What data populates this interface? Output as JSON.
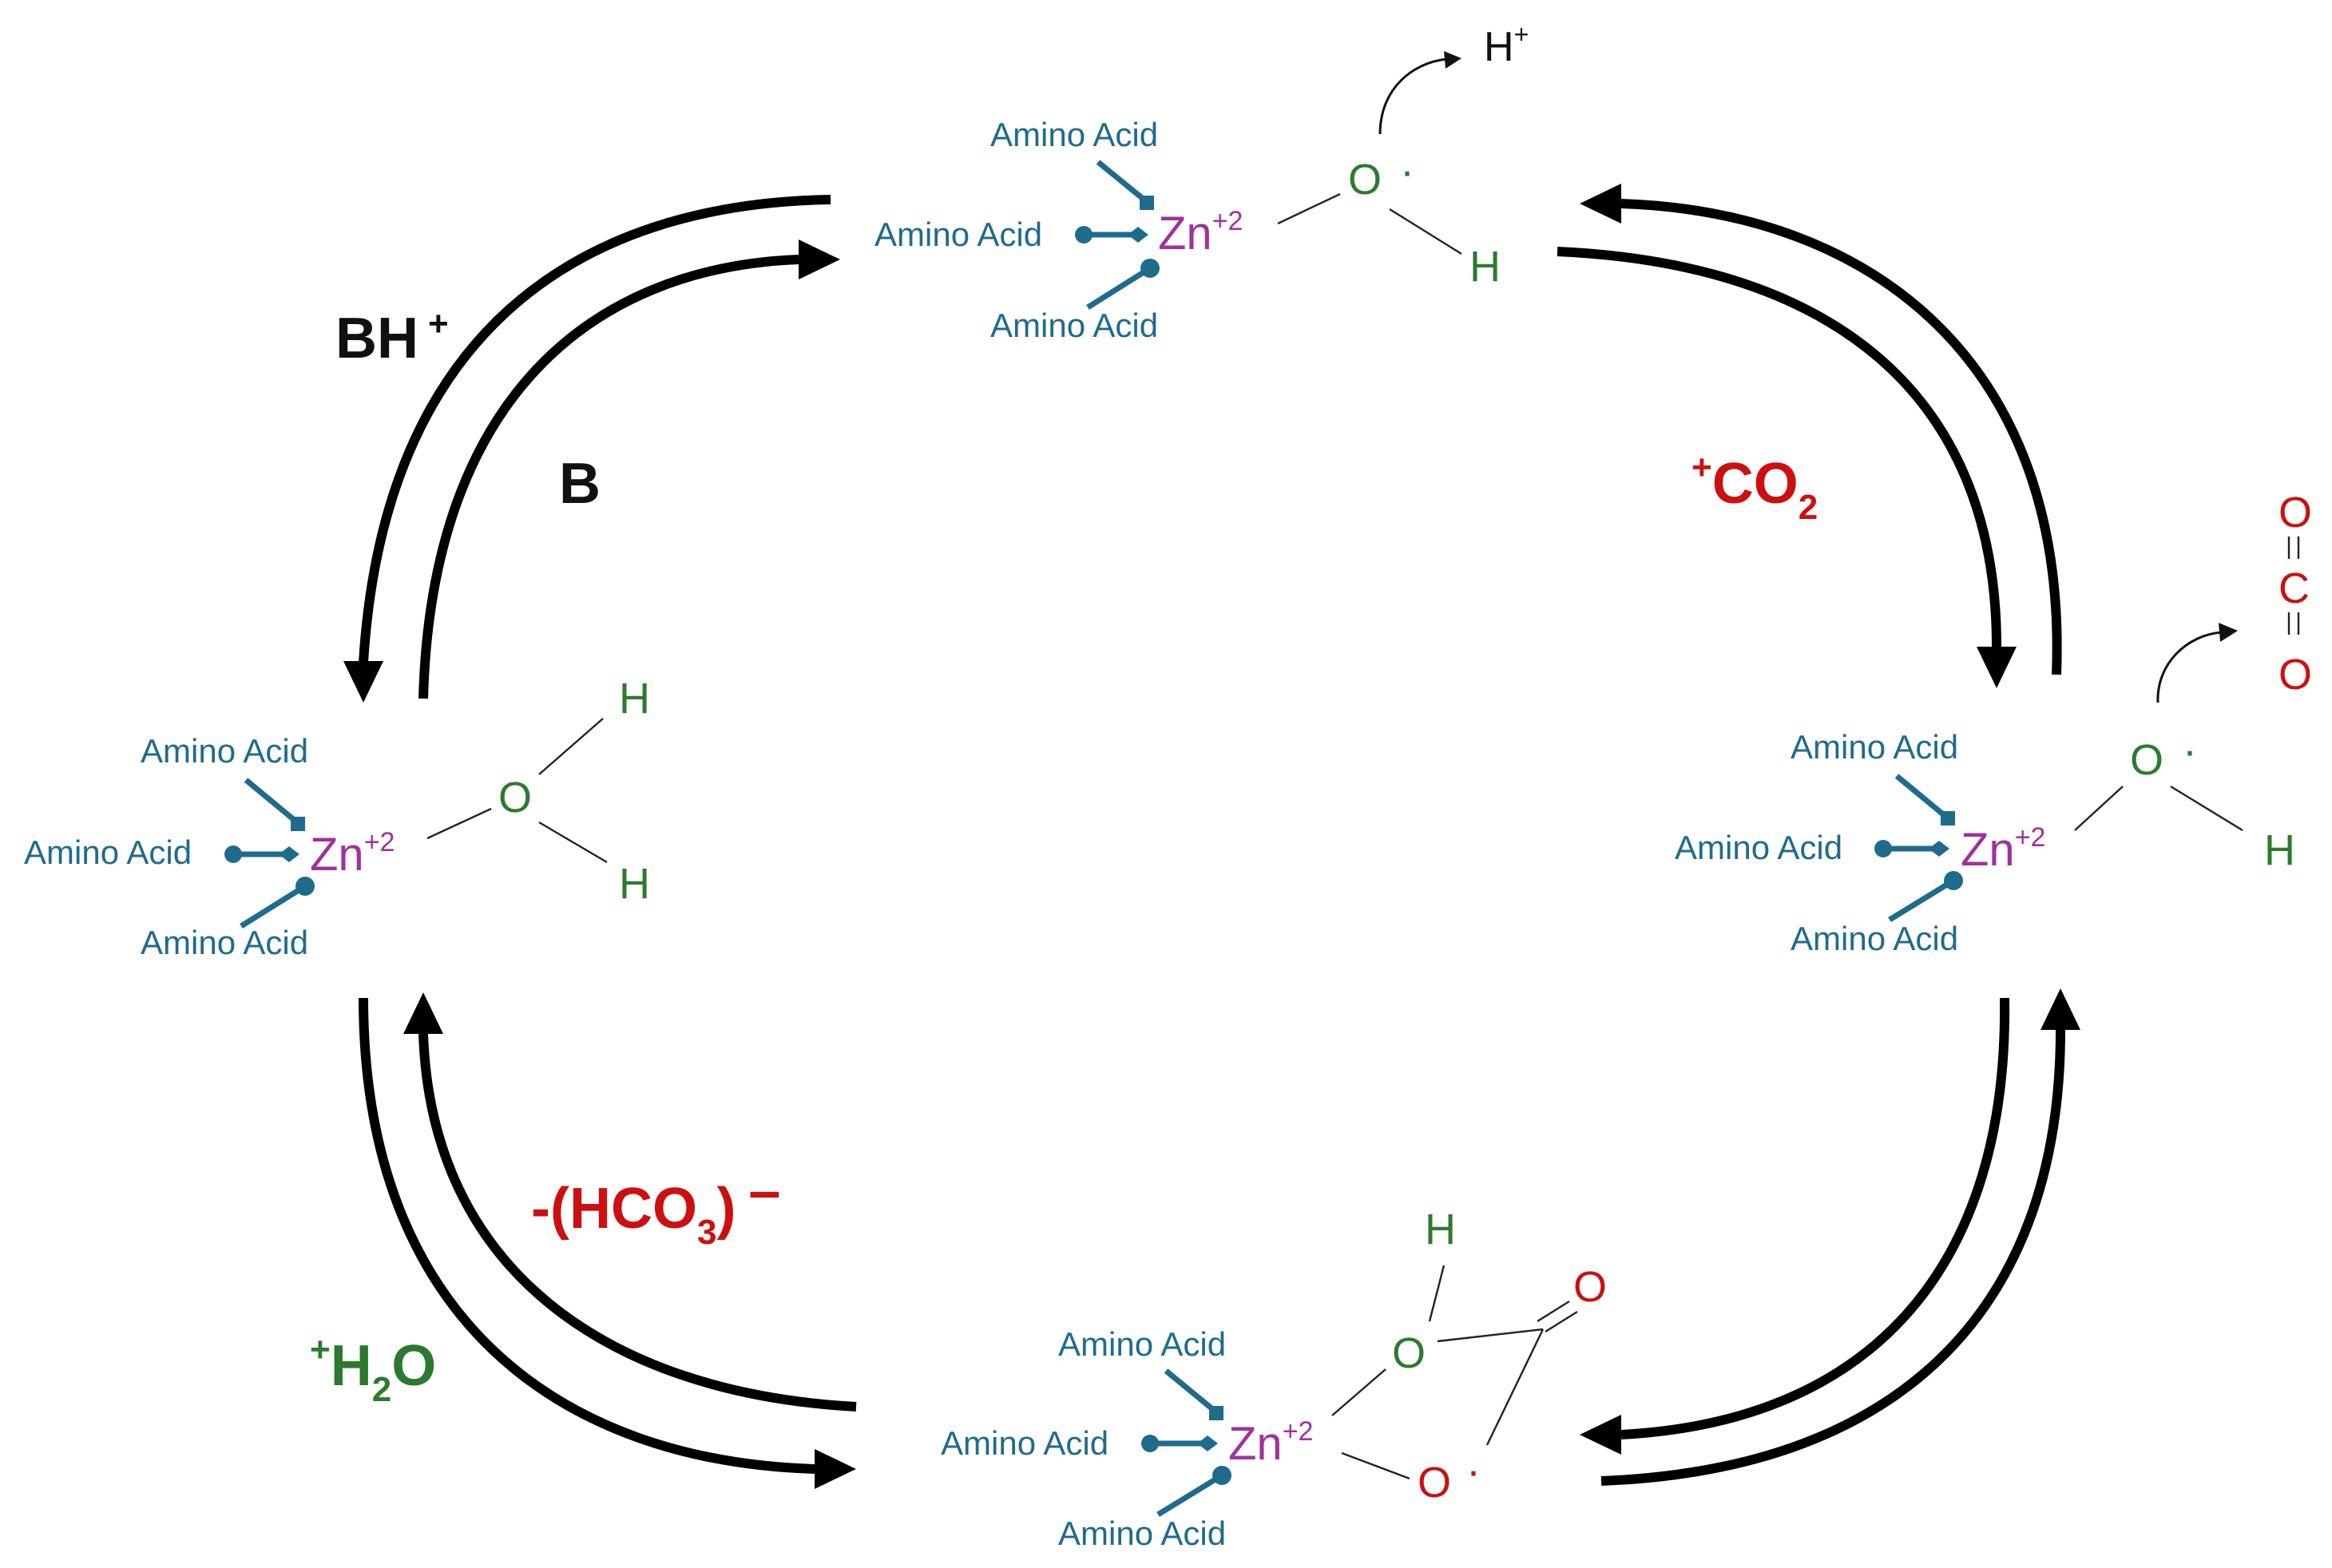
{
  "colors": {
    "amino_acid": "#1f6b8c",
    "zinc": "#a0329b",
    "green": "#2c7a30",
    "red": "#cc1010",
    "black": "#111111"
  },
  "ligand": "Amino Acid",
  "zinc": {
    "symbol": "Zn",
    "charge": "+2"
  },
  "top": {
    "O": "O",
    "radical": "·",
    "H": "H",
    "released": "H",
    "released_charge": "+"
  },
  "left": {
    "O": "O",
    "H1": "H",
    "H2": "H"
  },
  "right": {
    "O": "O",
    "radical": "·",
    "H": "H",
    "co2": [
      "O",
      "C",
      "O"
    ]
  },
  "bottom": {
    "O1": "O",
    "H": "H",
    "O2": "O",
    "O2_radical": "·",
    "carbonyl_O": "O"
  },
  "labels": {
    "bh": {
      "main": "BH",
      "sup": "+"
    },
    "b": "B",
    "co2": {
      "sup": "+",
      "main": "CO",
      "sub": "2"
    },
    "hco3": {
      "pre": "-(HCO",
      "sub": "3",
      "post": ")",
      "sup": "–"
    },
    "h2o": {
      "sup": "+",
      "main": "H",
      "sub": "2",
      "post": "O"
    }
  }
}
